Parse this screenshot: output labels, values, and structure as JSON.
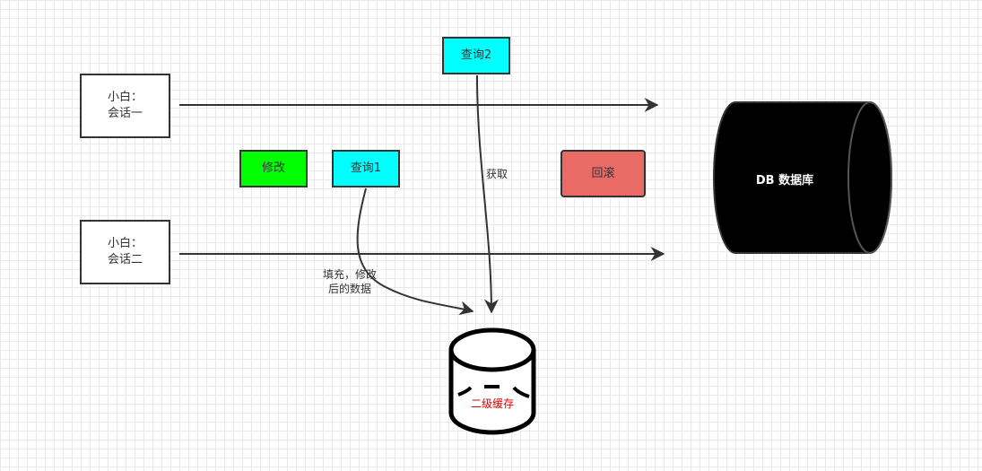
{
  "sessions": {
    "one": {
      "line1": "小白：",
      "line2": "会话一"
    },
    "two": {
      "line1": "小白：",
      "line2": "会话二"
    }
  },
  "actions": {
    "modify": "修改",
    "query1": "查询1",
    "query2": "查询2",
    "rollback": "回滚"
  },
  "edge_labels": {
    "fetch": "获取",
    "fill_line1": "填充，修改",
    "fill_line2": "后的数据"
  },
  "database": {
    "label": "DB 数据库"
  },
  "cache": {
    "label": "二级缓存"
  },
  "colors": {
    "query": "#00ffff",
    "modify": "#00ff00",
    "rollback": "#ea6b66",
    "database": "#000000",
    "cache_text": "#e00000"
  }
}
